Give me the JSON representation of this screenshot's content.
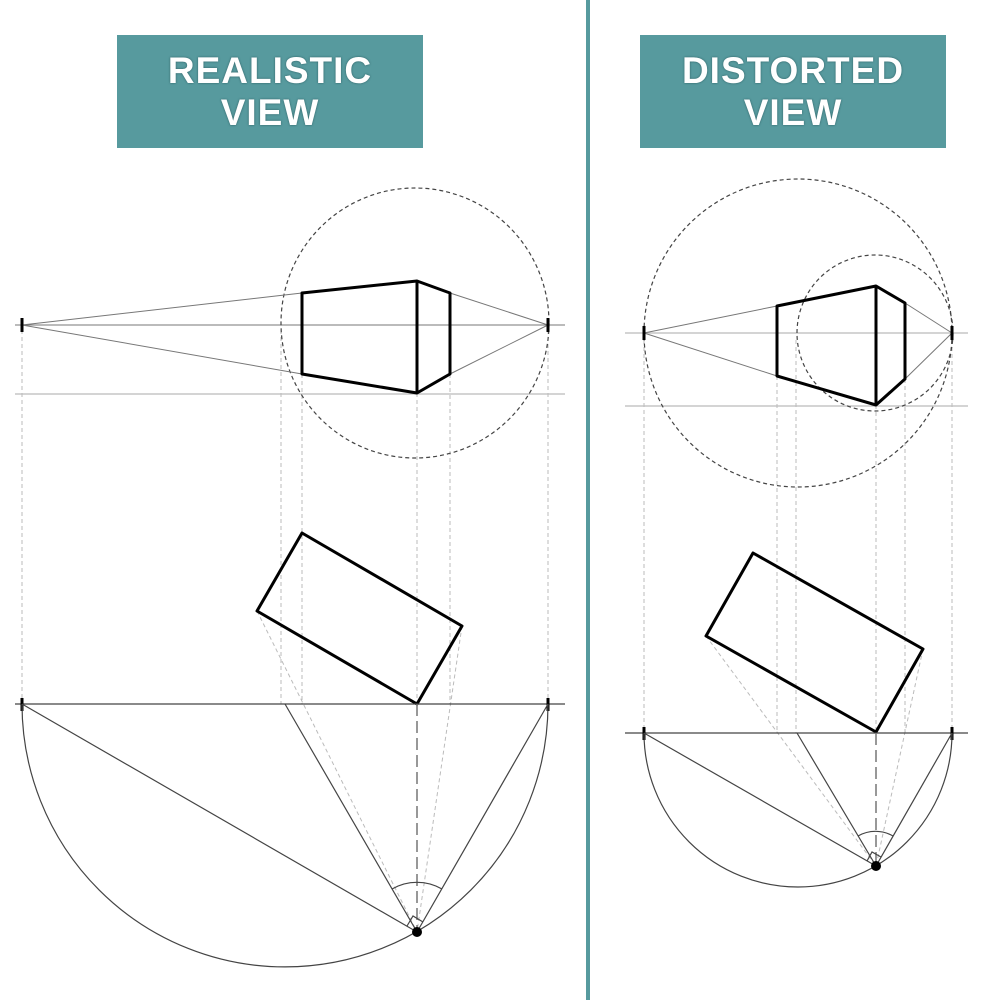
{
  "panels": [
    {
      "title_line1": "REALISTIC",
      "title_line2": "VIEW"
    },
    {
      "title_line1": "DISTORTED",
      "title_line2": "VIEW"
    }
  ],
  "colors": {
    "accent": "#579a9e",
    "ink": "#000000"
  }
}
